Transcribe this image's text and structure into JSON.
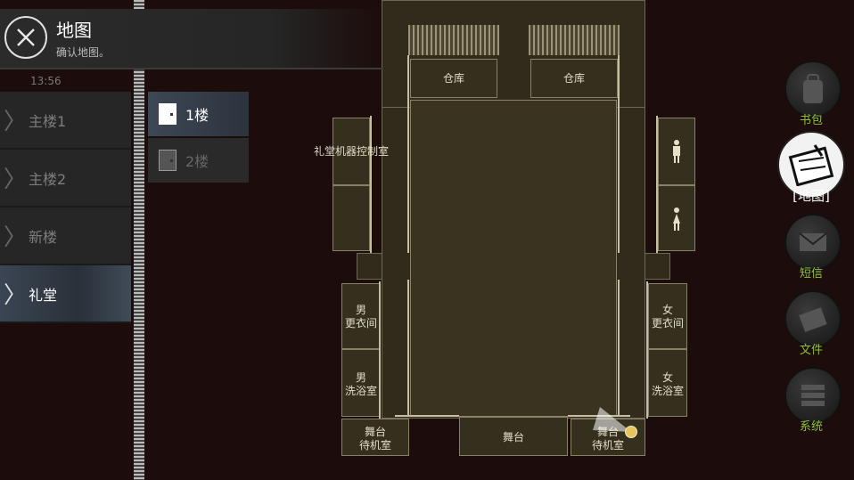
{
  "header": {
    "title": "地图",
    "subtitle": "确认地图。",
    "time": "13:56"
  },
  "buildings": [
    {
      "label": "主楼1"
    },
    {
      "label": "主楼2"
    },
    {
      "label": "新楼"
    },
    {
      "label": "礼堂"
    }
  ],
  "floors": [
    {
      "label": "1楼"
    },
    {
      "label": "2楼"
    }
  ],
  "map": {
    "storage_left": "仓库",
    "storage_right": "仓库",
    "control_room": "礼堂机器控制室",
    "male_changing_1": "男",
    "male_changing_2": "更衣间",
    "male_bath_1": "男",
    "male_bath_2": "洗浴室",
    "female_changing_1": "女",
    "female_changing_2": "更衣间",
    "female_bath_1": "女",
    "female_bath_2": "洗浴室",
    "waiting_left_1": "舞台",
    "waiting_left_2": "待机室",
    "stage": "舞台",
    "waiting_right_1": "舞台",
    "waiting_right_2": "待机室"
  },
  "menu": [
    {
      "label": "书包",
      "icon": "backpack-icon"
    },
    {
      "label": "[地图]",
      "icon": "map-icon"
    },
    {
      "label": "短信",
      "icon": "envelope-icon"
    },
    {
      "label": "文件",
      "icon": "file-icon"
    },
    {
      "label": "系统",
      "icon": "system-icon"
    }
  ],
  "colors": {
    "accent": "#8fc23a",
    "selected_menu_label": "#ffffff"
  }
}
